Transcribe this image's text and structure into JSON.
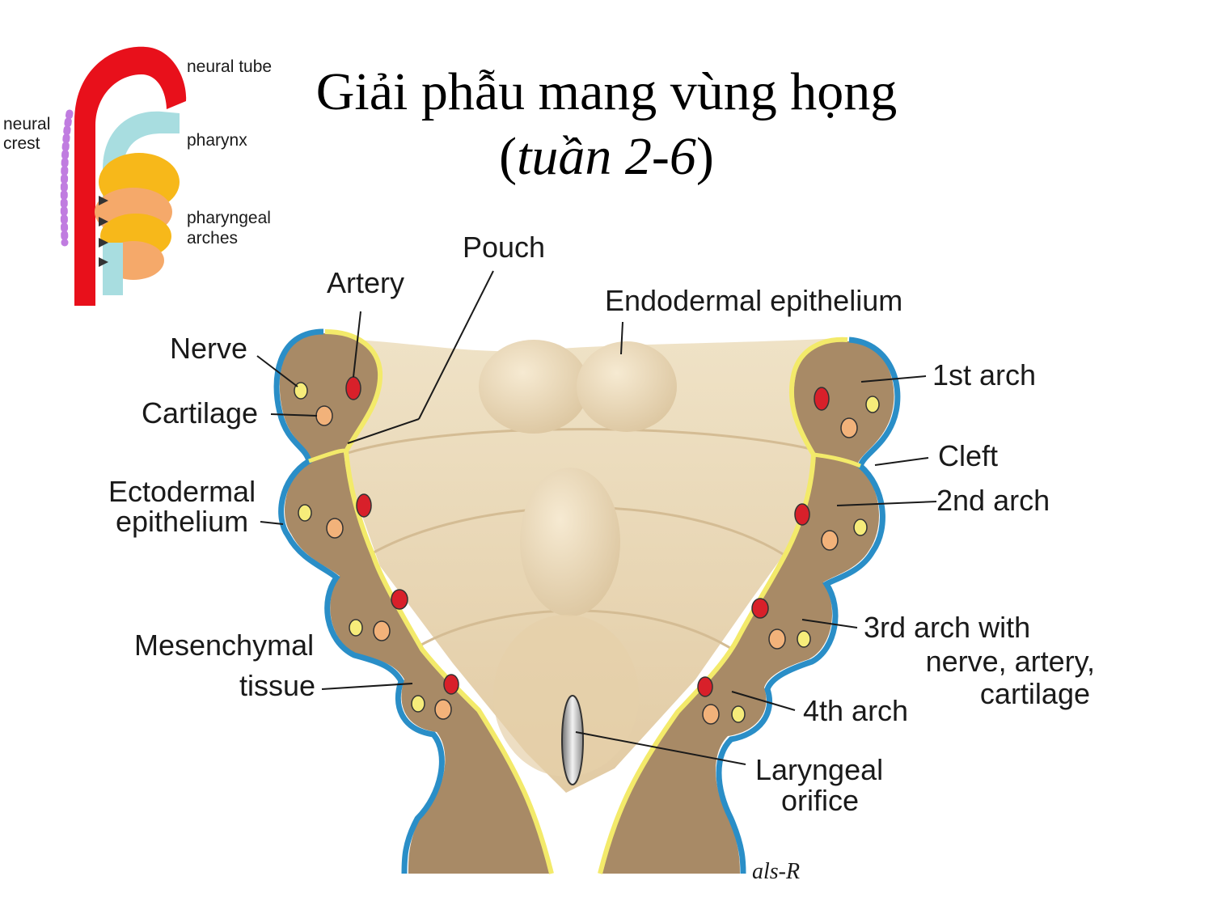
{
  "title": {
    "line1": "Giải phẫu mang vùng họng",
    "line2_open": "(",
    "line2_italic": "tuần 2-6",
    "line2_close": ")"
  },
  "inset": {
    "neural_tube": "neural tube",
    "neural_crest_1": "neural",
    "neural_crest_2": "crest",
    "pharynx": "pharynx",
    "arches_1": "pharyngeal",
    "arches_2": "arches"
  },
  "labels": {
    "pouch": "Pouch",
    "artery": "Artery",
    "endodermal": "Endodermal epithelium",
    "nerve": "Nerve",
    "cartilage": "Cartilage",
    "ectodermal_1": "Ectodermal",
    "ectodermal_2": "epithelium",
    "mesenchymal_1": "Mesenchymal",
    "mesenchymal_2": "tissue",
    "arch1": "1st  arch",
    "cleft": "Cleft",
    "arch2": "2nd arch",
    "arch3_1": "3rd arch with",
    "arch3_2": "nerve, artery,",
    "arch3_3": "cartilage",
    "arch4": "4th arch",
    "laryngeal_1": "Laryngeal",
    "laryngeal_2": "orifice",
    "signature": "als-R"
  },
  "colors": {
    "neural_tube": "#e8101b",
    "pharynx": "#a8dde0",
    "arches_yellow": "#f7b81a",
    "arches_orange": "#f5a96a",
    "neural_crest": "#c07ce0",
    "mesenchyme": "#a88a66",
    "ectoderm": "#2a8ec7",
    "endoderm": "#f3ea6a",
    "floor": "#e9d7b6",
    "artery": "#d8202a",
    "nerve": "#f6ec7a",
    "cartilage": "#f2b27a"
  }
}
